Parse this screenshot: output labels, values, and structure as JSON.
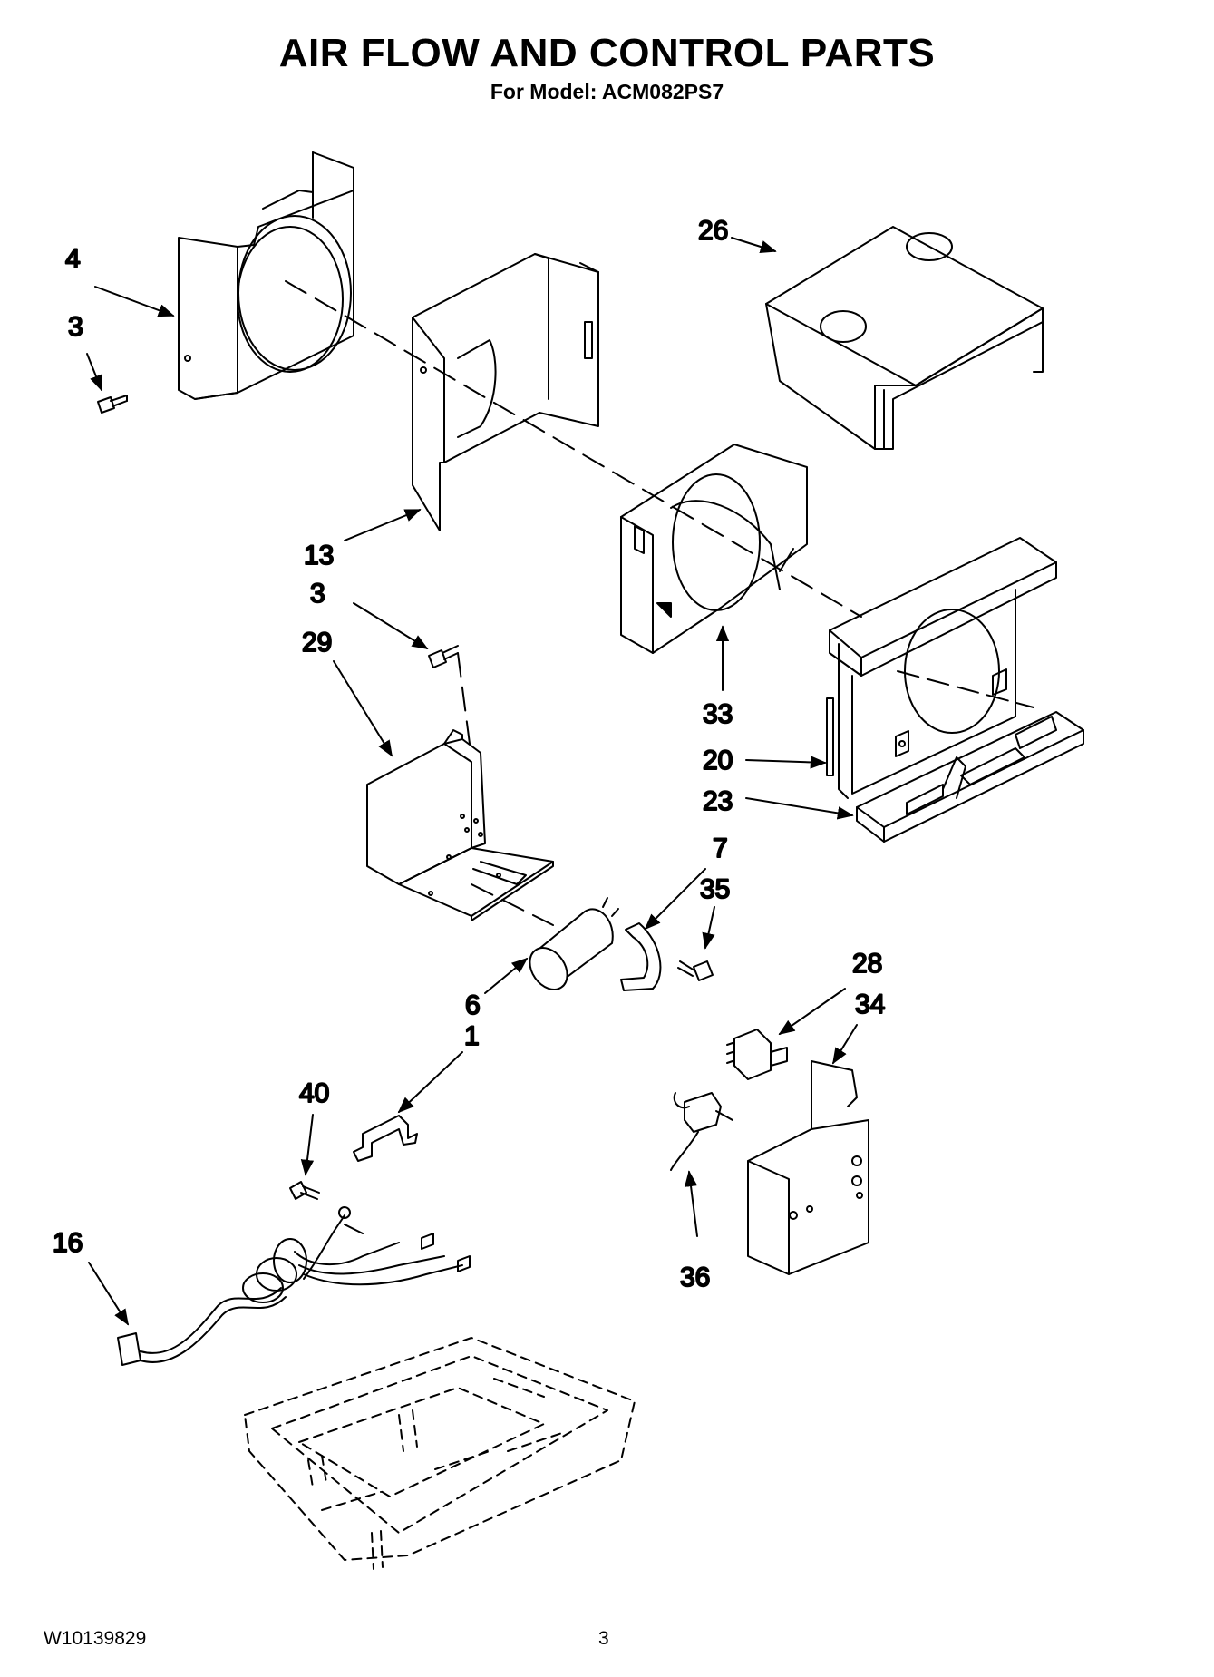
{
  "header": {
    "title": "AIR FLOW AND CONTROL PARTS",
    "subtitle": "For Model: ACM082PS7"
  },
  "footer": {
    "doc_number": "W10139829",
    "page_number": "3"
  },
  "callouts": [
    "4",
    "3",
    "13",
    "26",
    "3",
    "29",
    "33",
    "20",
    "23",
    "7",
    "35",
    "6",
    "1",
    "28",
    "34",
    "40",
    "16",
    "36"
  ]
}
